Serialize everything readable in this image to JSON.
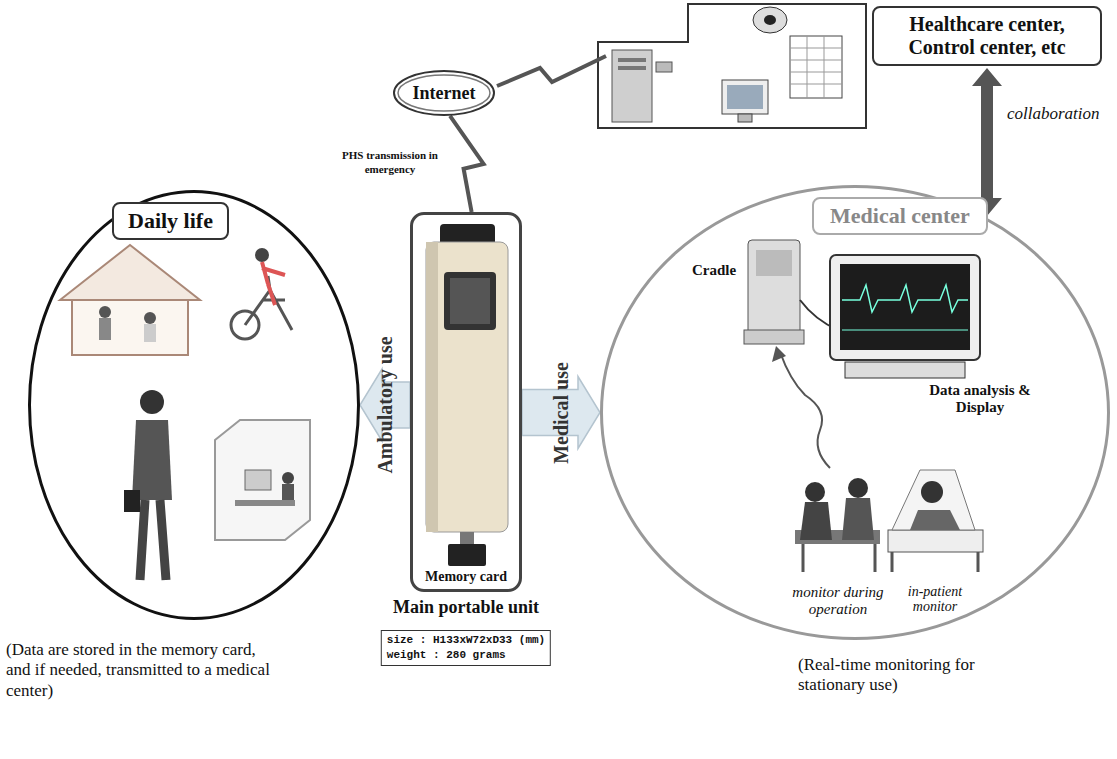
{
  "diagram": {
    "nodes": [
      {
        "text": [
          "Healthcare center, Control center, etc"
        ]
      },
      {
        "text": [
          "Internet"
        ]
      },
      {
        "text": [
          "Daily life"
        ]
      },
      {
        "text": [
          "Memory card",
          "Main portable unit"
        ]
      },
      {
        "text": [
          "size : H133xW72xD33 (mm)",
          "weight : 280 grams"
        ]
      },
      {
        "text": [
          "Medical center"
        ]
      }
    ],
    "edges": [
      {
        "from": 3,
        "to": 1,
        "label": "PHS transmission in emergency",
        "arrow": "none"
      },
      {
        "from": 3,
        "to": 2,
        "label": "Ambulatory use",
        "arrow": "to"
      },
      {
        "from": 3,
        "to": 5,
        "label": "Medical use",
        "arrow": "to"
      },
      {
        "from": 0,
        "to": 5,
        "label": "collaboration",
        "arrow": "both"
      }
    ],
    "labels": [
      "(Data are stored in the memory card, and if needed, transmitted to a medical center)",
      "Cradle",
      "Data analysis & Display",
      "monitor during operation",
      "in-patient monitor",
      "(Real-time monitoring for stationary use)"
    ]
  }
}
